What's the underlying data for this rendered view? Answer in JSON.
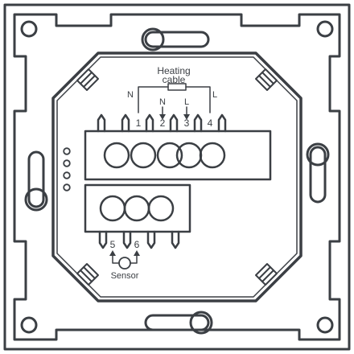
{
  "labels": {
    "heating_line1": "Heating",
    "heating_line2": "cable",
    "n_left": "N",
    "n_mid": "N",
    "l_mid": "L",
    "l_right": "L",
    "sensor": "Sensor"
  },
  "terminals": [
    "1",
    "2",
    "3",
    "4",
    "5",
    "6"
  ],
  "colors": {
    "line": "#3b3f44",
    "background": "#ffffff"
  },
  "icons": [
    "screw-slot-icon",
    "terminal-screw-icon",
    "led-indicator-icon",
    "resistor-icon",
    "sensor-icon",
    "arrow-icon"
  ]
}
